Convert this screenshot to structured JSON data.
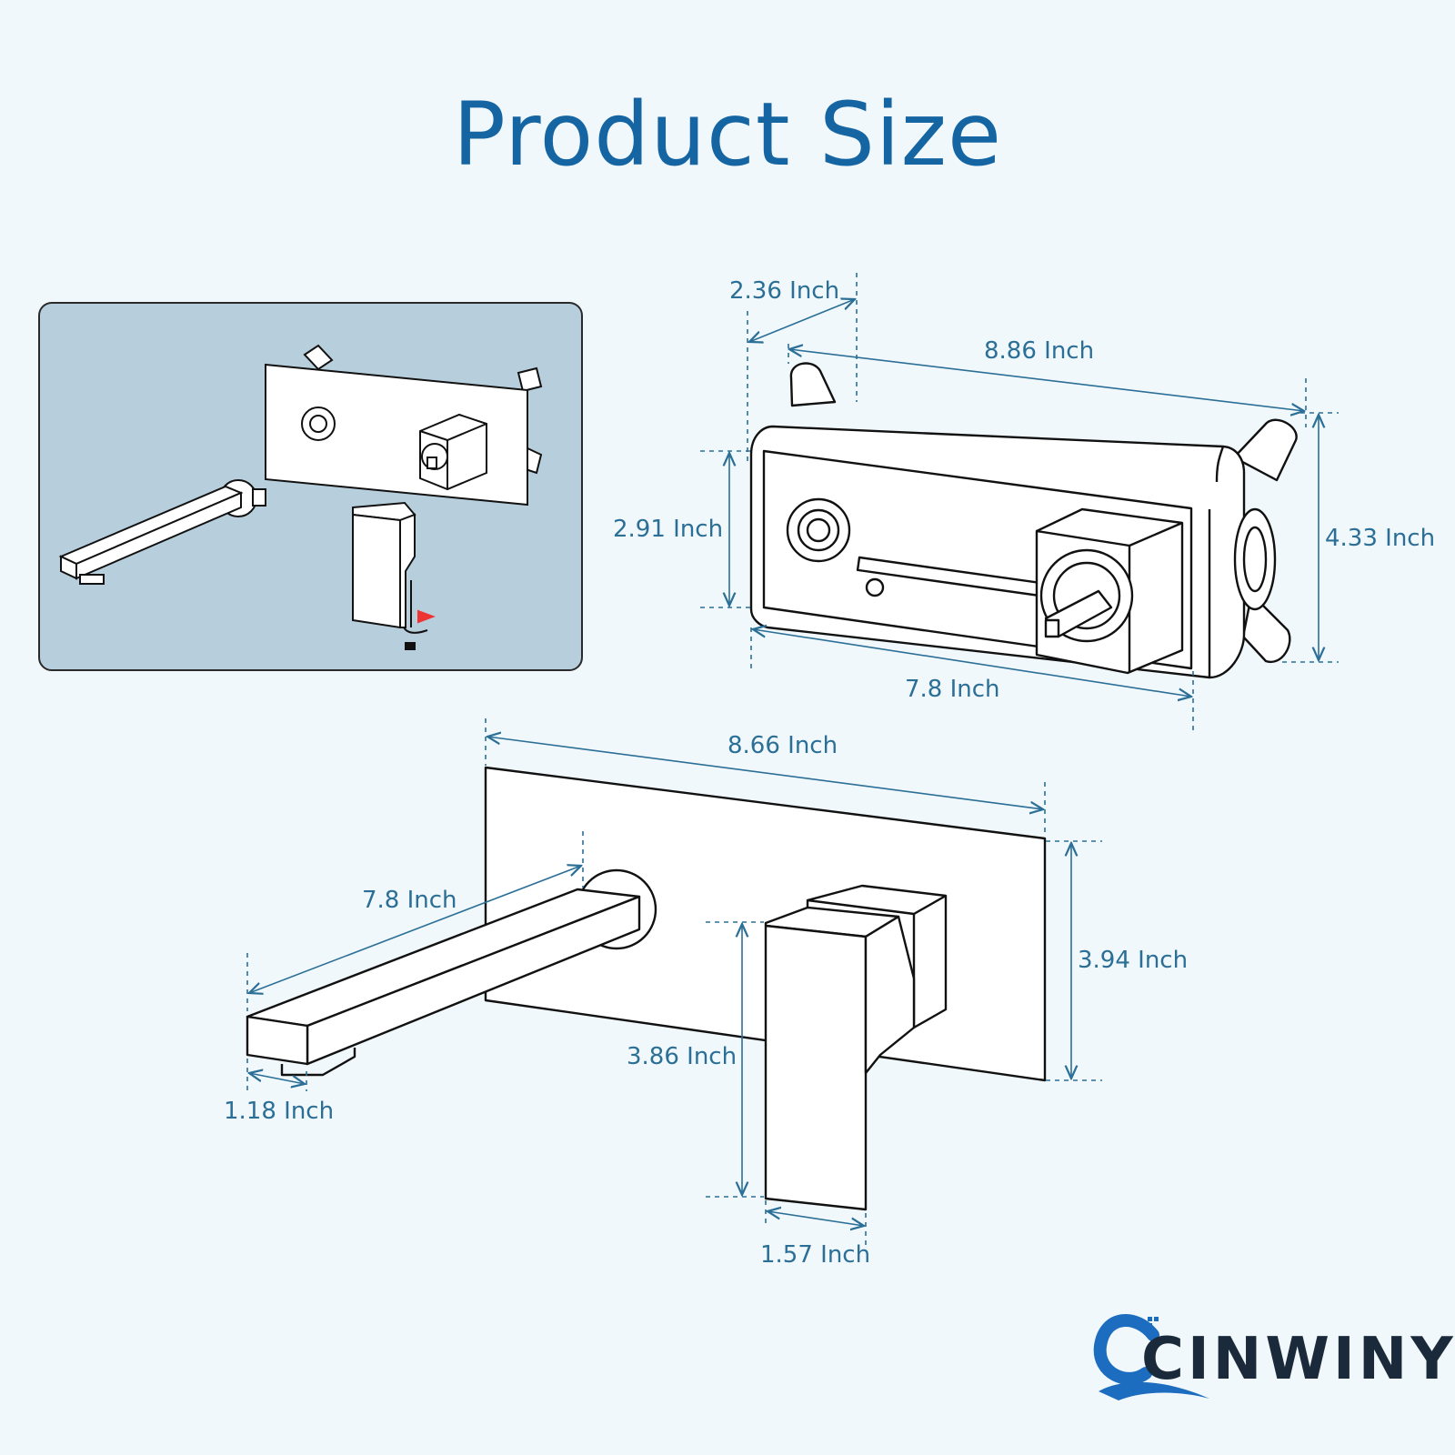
{
  "title": "Product Size",
  "inset_image": {
    "description": "exploded installation view"
  },
  "valve_box": {
    "depth": "2.36 Inch",
    "top_length": "8.86 Inch",
    "inner_height": "2.91 Inch",
    "outer_height": "4.33 Inch",
    "bottom_length": "7.8 Inch"
  },
  "faucet": {
    "plate_width": "8.66 Inch",
    "spout_length": "7.8 Inch",
    "plate_height": "3.94 Inch",
    "handle_height": "3.86 Inch",
    "spout_outlet": "1.18 Inch",
    "handle_width": "1.57 Inch"
  },
  "brand": {
    "name": "Cinwiny",
    "logo_text": "CINWINY"
  },
  "colors": {
    "title": "#1565a3",
    "dimension": "#2b6f97",
    "inset_bg": "#b7cedc",
    "line": "#111111"
  }
}
